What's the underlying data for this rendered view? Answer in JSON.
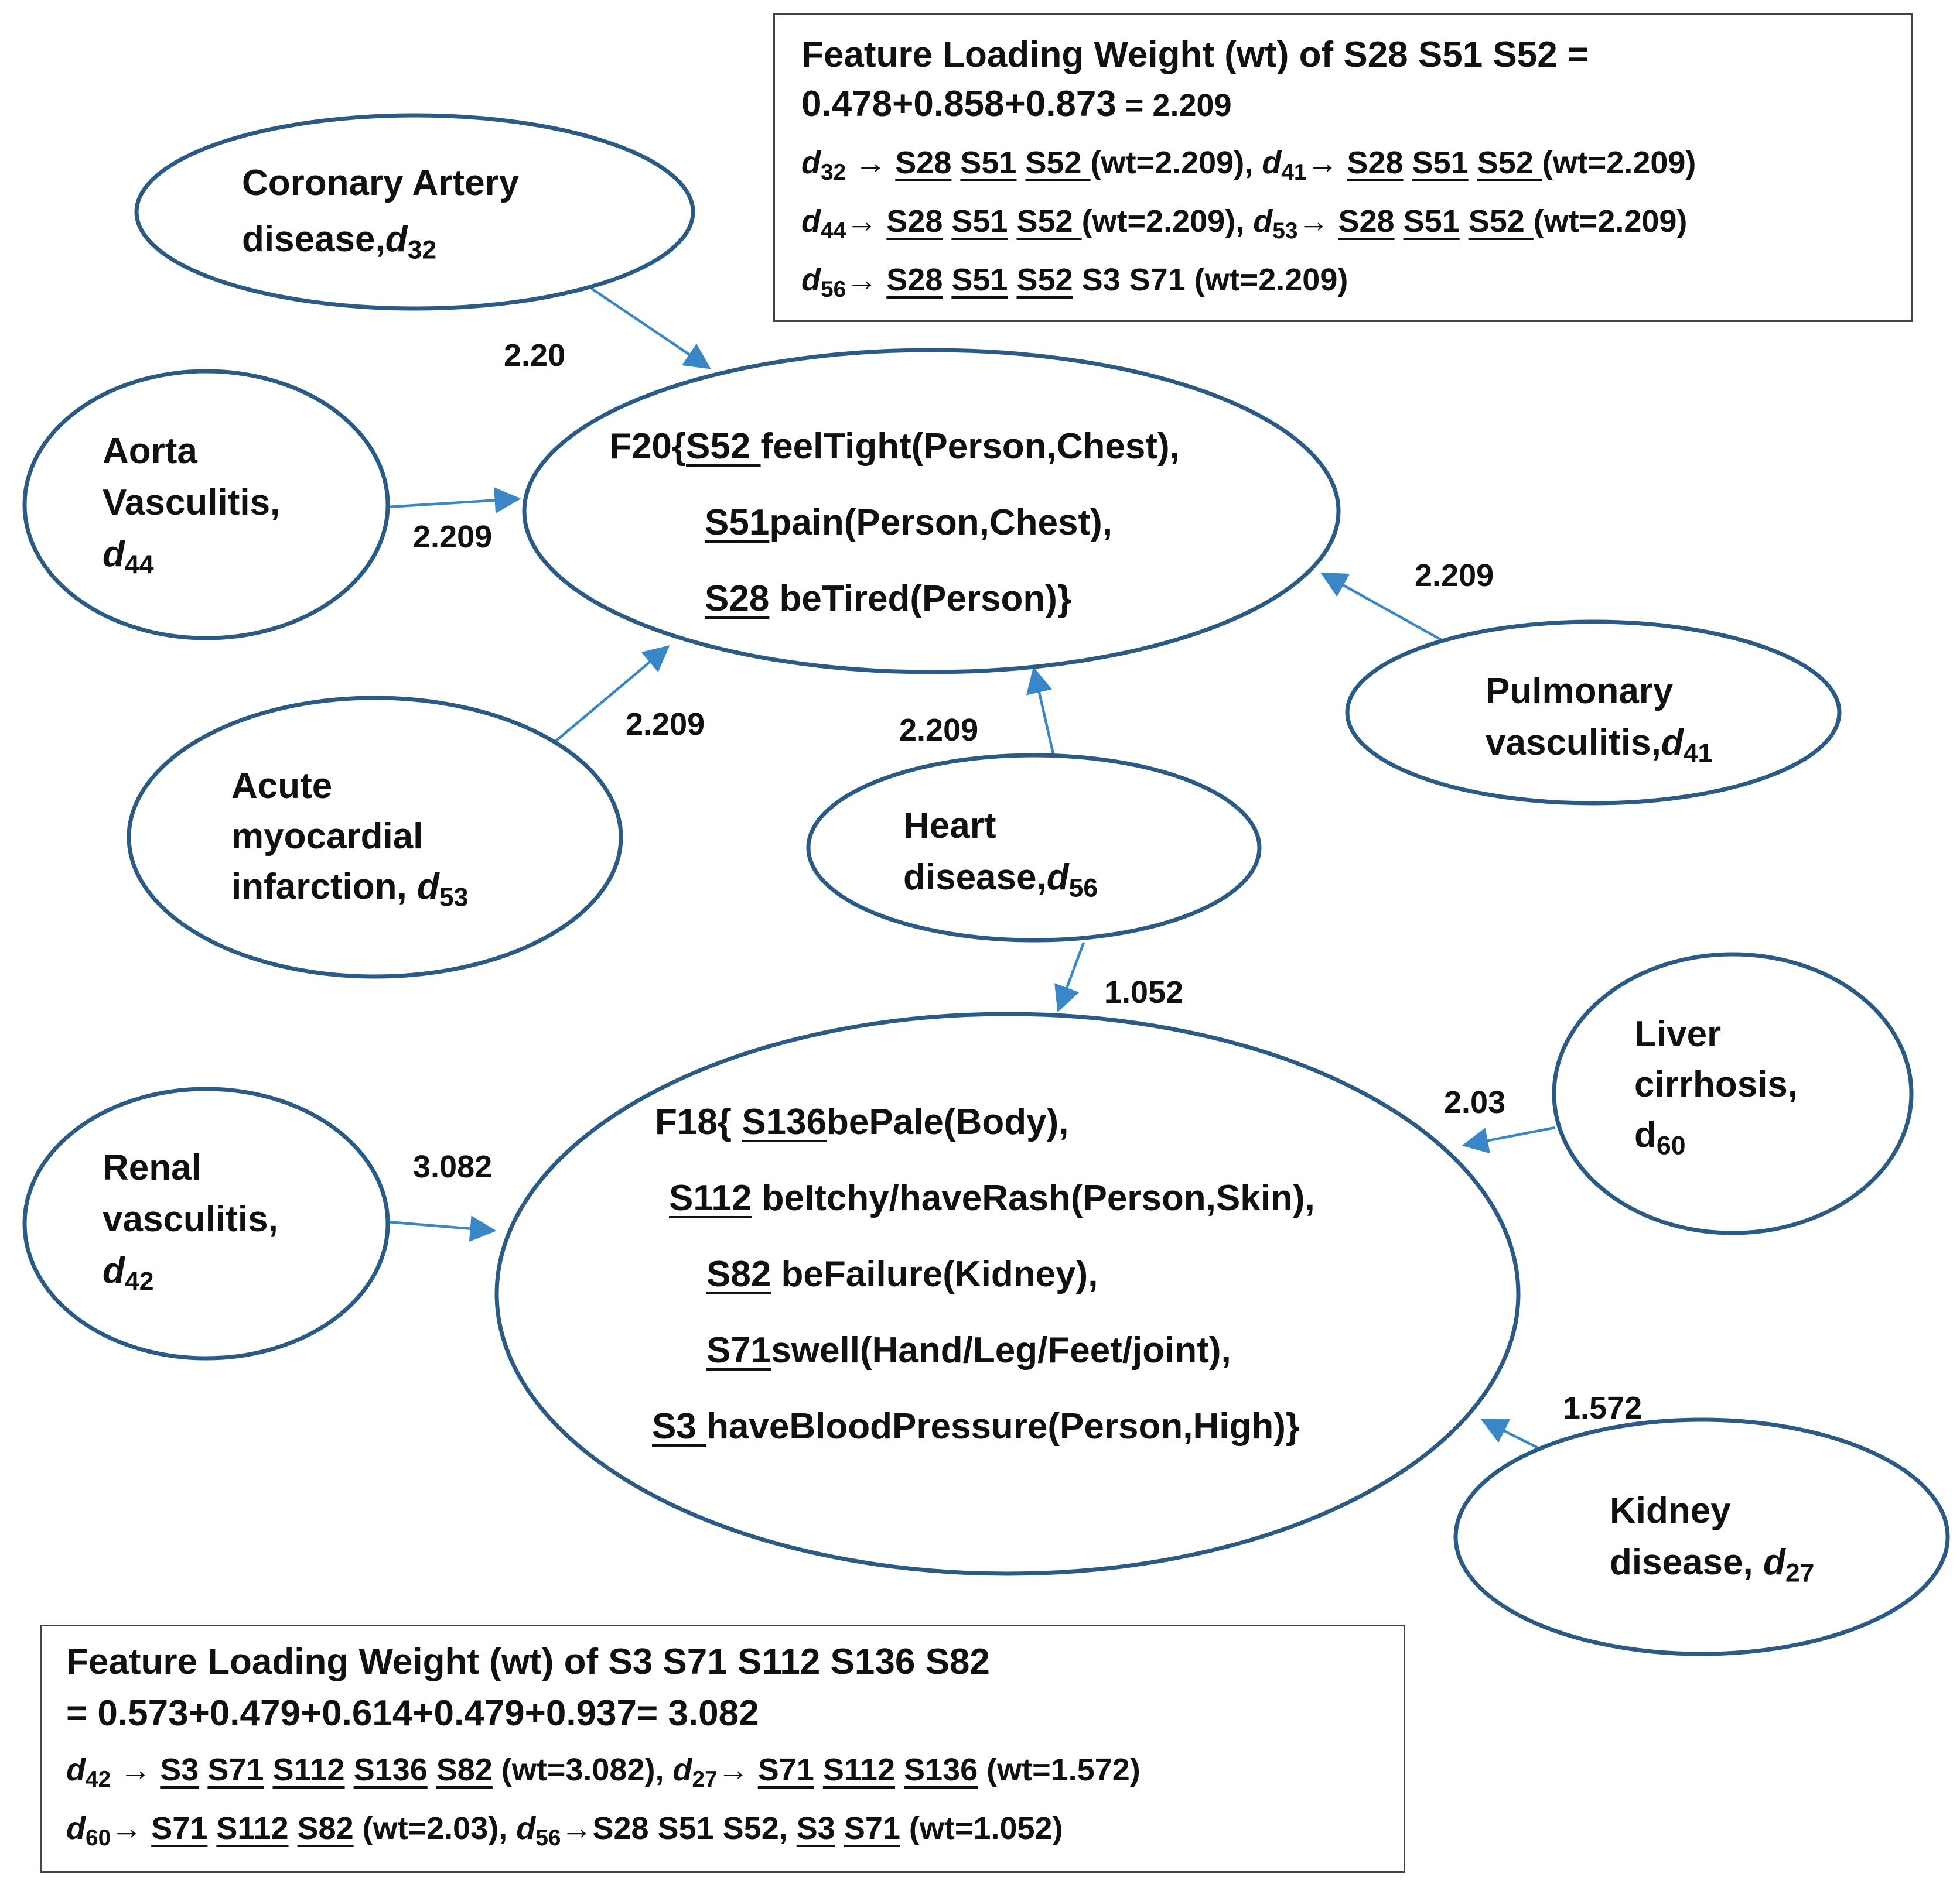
{
  "box_top": {
    "title_1": "Feature Loading Weight (wt) of S28  S51  S52 =",
    "title_2": "0.478+0.858+0.873",
    "title_3": " = 2.209",
    "r1_d1": "d",
    "r1_d1s": "32",
    "r1_arrow": " → ",
    "r1_a": "S28",
    "r1_b": "S51",
    "r1_c": "S52 ",
    "r1_wt": "(wt=2.209), ",
    "r1_d2": "d",
    "r1_d2s": "41",
    "r1_arrow2": "→",
    "r1_e": "S28",
    "r1_f": "S51",
    "r1_g": "S52 ",
    "r1_wt2": "(wt=2.209)",
    "r2_d1": "d",
    "r2_d1s": "44",
    "r2_arrow": "→",
    "r2_a": "S28",
    "r2_b": "S51",
    "r2_c": "S52 ",
    "r2_wt": "(wt=2.209), ",
    "r2_d2": "d",
    "r2_d2s": "53",
    "r2_arrow2": "→",
    "r2_e": "S28",
    "r2_f": "S51",
    "r2_g": "S52 ",
    "r2_wt2": "(wt=2.209)",
    "r3_d1": "d",
    "r3_d1s": "56",
    "r3_arrow": "→",
    "r3_a": "S28",
    "r3_b": "S51",
    "r3_c": "S52",
    "r3_rest": " S3  S71 (wt=2.209)"
  },
  "box_bottom": {
    "title_1": "Feature Loading Weight (wt) of S3 S71 S112  S136  S82",
    "title_2": "= 0.573+0.479+0.614+0.479+0.937= 3.082",
    "r1_d1": "d",
    "r1_d1s": "42",
    "r1_arrow": " → ",
    "r1_a": "S3",
    "r1_b": "S71",
    "r1_c": "S112",
    "r1_d": "S136",
    "r1_e": "S82",
    "r1_wt": "  (wt=3.082), ",
    "r1_d2": "d",
    "r1_d2s": "27",
    "r1_arrow2": "→",
    "r1_f": "S71",
    "r1_g": "S112",
    "r1_h": "S136",
    "r1_wt2": " (wt=1.572)",
    "r2_d1": "d",
    "r2_d1s": "60",
    "r2_arrow": "→",
    "r2_a": "S71",
    "r2_b": "S112",
    "r2_c": "S82",
    "r2_wt": " (wt=2.03),  ",
    "r2_d2": "d",
    "r2_d2s": "56",
    "r2_arrow2": "→",
    "r2_plain": "S28 S51 S52, ",
    "r2_d": "S3",
    "r2_e": "S71",
    "r2_wt2": " (wt=1.052)"
  },
  "nodes": {
    "coronary": {
      "line1": "Coronary Artery",
      "line2": "disease,",
      "d": "d",
      "sub": "32"
    },
    "aorta": {
      "line1": "Aorta",
      "line2": "Vasculitis,",
      "d": "d",
      "sub": "44"
    },
    "acute": {
      "line1": "Acute",
      "line2": "myocardial",
      "line3": "infarction, ",
      "d": "d",
      "sub": "53"
    },
    "heart": {
      "line1": "Heart",
      "line2": "disease,",
      "d": "d",
      "sub": "56"
    },
    "pulmonary": {
      "line1": "Pulmonary",
      "line2": "vasculitis,",
      "d": "d",
      "sub": "41"
    },
    "renal": {
      "line1": "Renal",
      "line2": "vasculitis,",
      "d": "d",
      "sub": "42"
    },
    "liver": {
      "line1": "Liver",
      "line2": "cirrhosis,",
      "d": "d",
      "sub": "60"
    },
    "kidney": {
      "line1": "Kidney",
      "line2": "disease, ",
      "d": "d",
      "sub": "27"
    }
  },
  "f20": {
    "l1_prefix": "F20{",
    "l1_s": "S52 ",
    "l1_text": "feelTight(Person,Chest),",
    "l2_s": "S51",
    "l2_text": "pain(Person,Chest),",
    "l3_s": "S28",
    "l3_text": " beTired(Person)}"
  },
  "f18": {
    "l1_prefix": "F18{ ",
    "l1_s": "S136",
    "l1_text": "bePale(Body),",
    "l2_s": " S112",
    "l2_text": " beItchy/haveRash(Person,Skin),",
    "l3_s": "S82",
    "l3_text": "  beFailure(Kidney),",
    "l4_s": "S71",
    "l4_text": "swell(Hand/Leg/Feet/joint),",
    "l5_s": "S3 ",
    "l5_text": "haveBloodPressure(Person,High)}"
  },
  "weights": {
    "coronary": "2.20",
    "aorta": "2.209",
    "acute": "2.209",
    "heart_f20": "2.209",
    "pulmonary": "2.209",
    "heart_f18": "1.052",
    "renal": "3.082",
    "liver": "2.03",
    "kidney": "1.572"
  },
  "colors": {
    "node_stroke": "#2a5a86",
    "edge": "#3a87c8",
    "text": "#111111"
  }
}
